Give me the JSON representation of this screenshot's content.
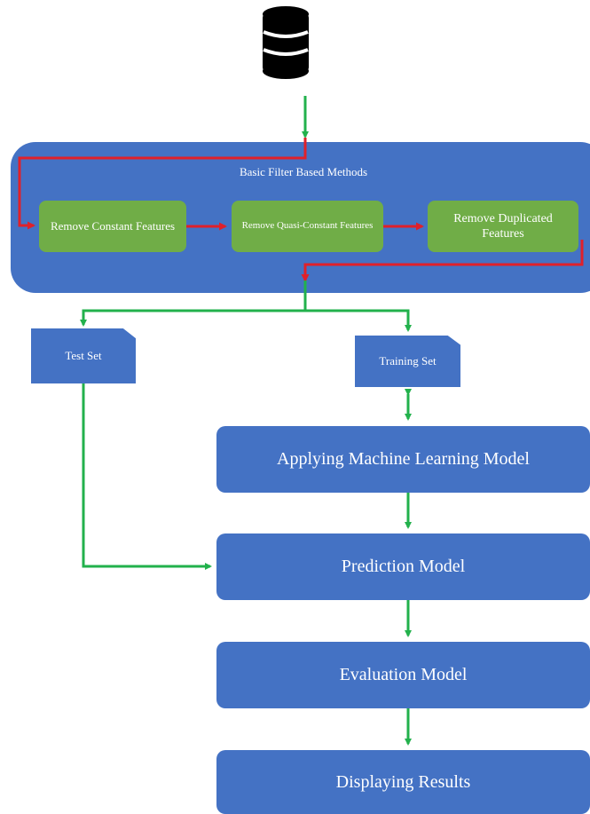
{
  "panel": {
    "title": "Basic Filter Based Methods",
    "filters": [
      "Remove Constant Features",
      "Remove Quasi-Constant Features",
      "Remove Duplicated Features"
    ]
  },
  "sets": {
    "test": "Test Set",
    "training": "Training Set"
  },
  "steps": {
    "applying": "Applying Machine Learning Model",
    "prediction": "Prediction Model",
    "evaluation": "Evaluation Model",
    "displaying": "Displaying Results"
  },
  "colors": {
    "node_blue": "#4472c4",
    "filter_green": "#70ad47",
    "flow_green": "#22b14c",
    "flow_red": "#e0202a",
    "database": "#000000"
  },
  "icons": {
    "source": "database-icon"
  }
}
